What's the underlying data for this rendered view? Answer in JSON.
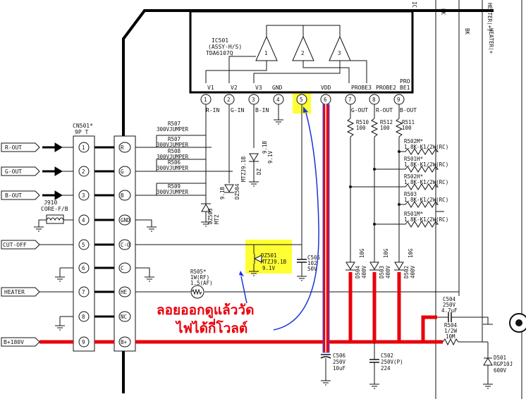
{
  "ic": {
    "ref": "IC501",
    "assy": "(ASSY-H/S)",
    "part": "TDA6107Q",
    "amps": [
      "1",
      "2",
      "3"
    ],
    "top_pin_labels": [
      "V1",
      "V2",
      "V3",
      "GND",
      "VDD",
      "PROBE3",
      "PROBE2",
      "PRO",
      "BE1"
    ],
    "pins": [
      "1",
      "2",
      "3",
      "4",
      "5",
      "6",
      "7",
      "8",
      "9"
    ],
    "pin_functions": [
      "R-IN",
      "G-IN",
      "B-IN",
      "G-OUT",
      "R-OUT",
      "B-OUT"
    ]
  },
  "connector": {
    "ref": "CN501*",
    "size": "9P T",
    "pins": [
      "1",
      "2",
      "3",
      "4",
      "5",
      "6",
      "7",
      "8",
      "9"
    ],
    "jack_labels": [
      "R",
      "G",
      "B",
      "GND",
      "C-O",
      "C",
      "HE",
      "NC",
      "B+"
    ]
  },
  "signals": [
    "R-OUT",
    "G-OUT",
    "B-OUT",
    "CUT-OFF",
    "HEATER",
    "B+180V"
  ],
  "jumpers": [
    {
      "ref": "R507",
      "value": "300VJUMPER"
    },
    {
      "ref": "R507",
      "value": "300VJUMPER"
    },
    {
      "ref": "R508",
      "value": "300VJUMPER"
    },
    {
      "ref": "R506",
      "value": "300VJUMPER"
    },
    {
      "ref": "R509",
      "value": "300VJUMPER"
    }
  ],
  "core": {
    "ref": "J910",
    "value": "CORE-F/B"
  },
  "zeners": [
    {
      "ref": "DZ503",
      "value": "MTZJ9.1B"
    },
    {
      "ref": "DZ502",
      "value": "9.1V"
    },
    {
      "ref": "DZ504",
      "value": "MTZJ9.1B"
    },
    {
      "ref": "DZ501",
      "value": "MTZJ9.1B",
      "voltage": "9.1V"
    }
  ],
  "zener_label_texts": [
    "DZ503",
    "9.1B",
    "MTZ",
    "9.1V",
    "DZ",
    "9.1B",
    "DZ504",
    "MTZJ9.1B"
  ],
  "c505": {
    "ref": "C505",
    "v1": "102",
    "v2": "50V"
  },
  "r505": {
    "ref": "R505*",
    "v1": "1W(RF)",
    "v2": "1.5(AF)"
  },
  "out_resistors": [
    {
      "ref": "R510",
      "value": "100"
    },
    {
      "ref": "R512",
      "value": "100"
    },
    {
      "ref": "R511",
      "value": "100"
    }
  ],
  "rc_resistors": [
    {
      "ref": "R502M*",
      "value": "1.8K-K1/2W(RC)"
    },
    {
      "ref": "R501H*",
      "value": "1.8K-K1/2W(RC)"
    },
    {
      "ref": "R502H*",
      "value": "1.8K-K1/2W(RC)"
    },
    {
      "ref": "R503",
      "value": "1.8K-K1/2W(RC)"
    },
    {
      "ref": "R501M*",
      "value": "1.8K-K1/2W(RC)"
    }
  ],
  "diodes_400v": [
    {
      "ref": "D504",
      "value": "400V",
      "rating": "10G"
    },
    {
      "ref": "D503",
      "value": "400V",
      "rating": "10G"
    },
    {
      "ref": "D502",
      "value": "400V",
      "rating": "10G"
    }
  ],
  "c506": {
    "ref": "C506",
    "v1": "250V",
    "v2": "10uF"
  },
  "c502": {
    "ref": "C502",
    "v1": "250V(P)",
    "v2": "224"
  },
  "c504": {
    "ref": "C504",
    "v1": "250V",
    "v2": "4.7uF"
  },
  "r504": {
    "ref": "R504",
    "v1": "1/2W",
    "v2": "10M"
  },
  "d501": {
    "ref": "D501",
    "v1": "RGP10J",
    "v2": "600V"
  },
  "right_cable": [
    "BK",
    "HEATER(+)",
    "BK",
    "HEATER(+"
  ],
  "top_right_text": "IC",
  "annotation": {
    "line1": "ลอยออกดูแล้ววัด",
    "line2": "ไฟได้กี่โวลต์"
  },
  "colors": {
    "highlight": "#ffff33",
    "annotation": "#e8000b",
    "arrow": "#1a35d6"
  }
}
